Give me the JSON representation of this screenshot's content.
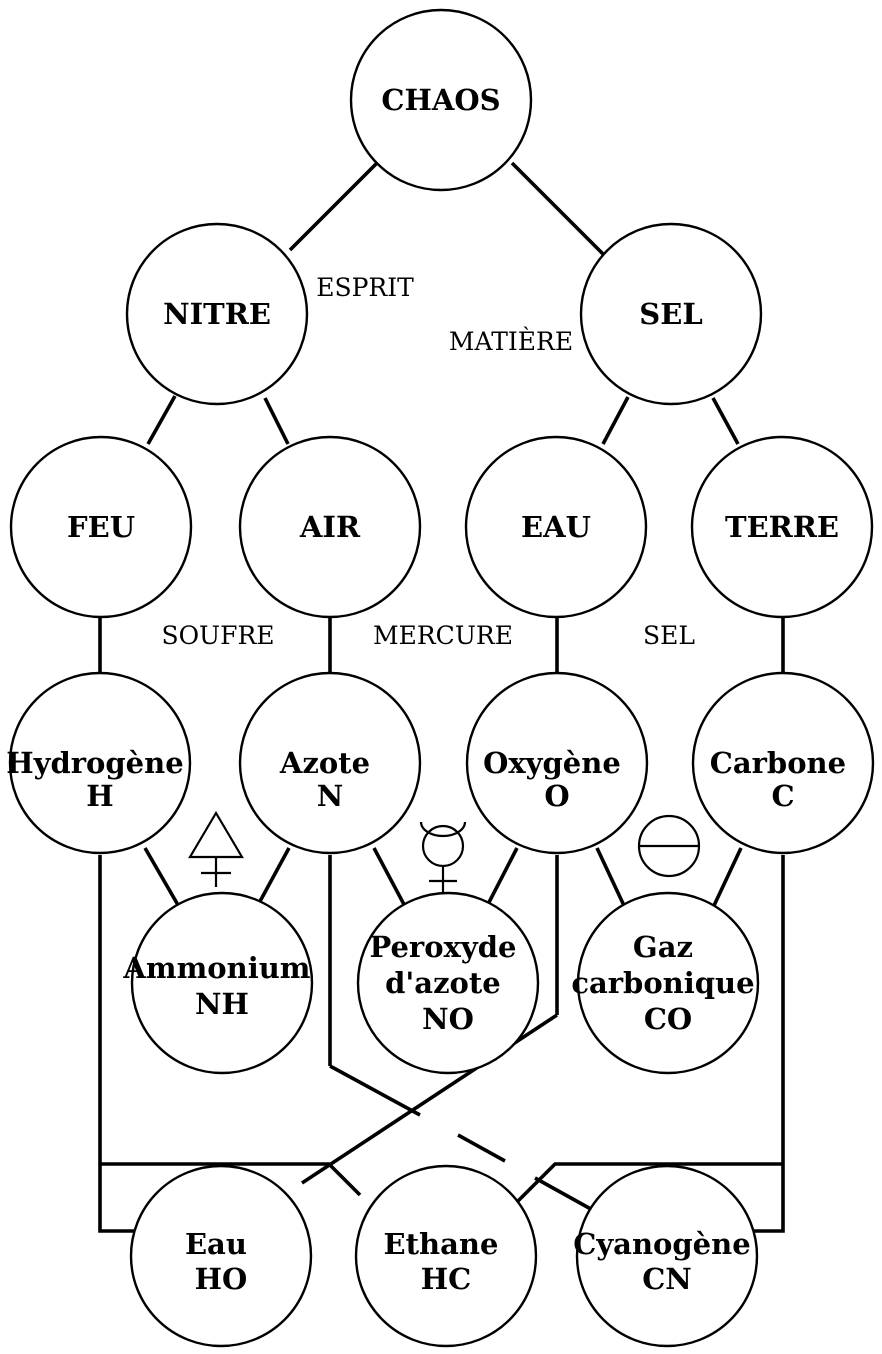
{
  "nodes": {
    "chaos": {
      "lines": [
        "CHAOS"
      ]
    },
    "nitre": {
      "lines": [
        "NITRE"
      ]
    },
    "sel": {
      "lines": [
        "SEL"
      ]
    },
    "feu": {
      "lines": [
        "FEU"
      ]
    },
    "air": {
      "lines": [
        "AIR"
      ]
    },
    "eau": {
      "lines": [
        "EAU"
      ]
    },
    "terre": {
      "lines": [
        "TERRE"
      ]
    },
    "hydrogene": {
      "lines": [
        "Hydrogène",
        "H"
      ]
    },
    "azote": {
      "lines": [
        "Azote",
        "N"
      ]
    },
    "oxygene": {
      "lines": [
        "Oxygène",
        "O"
      ]
    },
    "carbone": {
      "lines": [
        "Carbone",
        "C"
      ]
    },
    "ammonium": {
      "lines": [
        "Ammonium",
        "NH"
      ]
    },
    "peroxyde": {
      "lines": [
        "Peroxyde",
        "d'azote",
        "NO"
      ]
    },
    "gaz": {
      "lines": [
        "Gaz",
        "carbonique",
        "CO"
      ]
    },
    "eau_ho": {
      "lines": [
        "Eau",
        "HO"
      ]
    },
    "ethane": {
      "lines": [
        "Ethane",
        "HC"
      ]
    },
    "cyanogene": {
      "lines": [
        "Cyanogène",
        "CN"
      ]
    }
  },
  "annotations": {
    "esprit": "ESPRIT",
    "matiere": "MATIÈRE",
    "soufre": "SOUFRE",
    "mercure": "MERCURE",
    "sel": "SEL"
  },
  "symbols": {
    "sulfur": "sulfur-symbol",
    "mercury": "mercury-symbol",
    "salt": "salt-symbol"
  }
}
